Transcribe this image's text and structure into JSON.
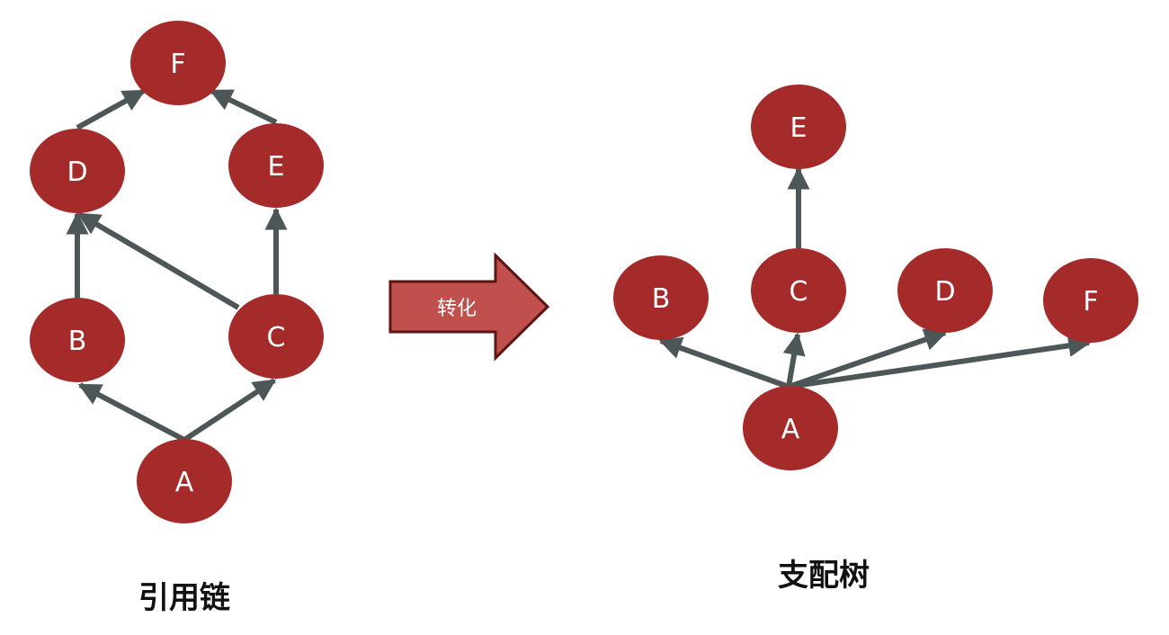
{
  "left_graph": {
    "caption": "引用链",
    "nodes": [
      {
        "id": "F",
        "label": "F"
      },
      {
        "id": "D",
        "label": "D"
      },
      {
        "id": "E",
        "label": "E"
      },
      {
        "id": "B",
        "label": "B"
      },
      {
        "id": "C",
        "label": "C"
      },
      {
        "id": "A",
        "label": "A"
      }
    ],
    "edges": [
      {
        "from": "A",
        "to": "B"
      },
      {
        "from": "A",
        "to": "C"
      },
      {
        "from": "B",
        "to": "D"
      },
      {
        "from": "C",
        "to": "D"
      },
      {
        "from": "C",
        "to": "E"
      },
      {
        "from": "D",
        "to": "F"
      },
      {
        "from": "E",
        "to": "F"
      }
    ]
  },
  "transform_arrow": {
    "label": "转化"
  },
  "right_graph": {
    "caption": "支配树",
    "nodes": [
      {
        "id": "E",
        "label": "E"
      },
      {
        "id": "B",
        "label": "B"
      },
      {
        "id": "C",
        "label": "C"
      },
      {
        "id": "D",
        "label": "D"
      },
      {
        "id": "F",
        "label": "F"
      },
      {
        "id": "A",
        "label": "A"
      }
    ],
    "edges": [
      {
        "from": "A",
        "to": "B"
      },
      {
        "from": "A",
        "to": "C"
      },
      {
        "from": "A",
        "to": "D"
      },
      {
        "from": "A",
        "to": "F"
      },
      {
        "from": "C",
        "to": "E"
      }
    ]
  },
  "colors": {
    "node_fill": "#a52a2a",
    "edge": "#4d5757",
    "arrow_fill": "#c0504d",
    "arrow_stroke": "#5c1414"
  }
}
